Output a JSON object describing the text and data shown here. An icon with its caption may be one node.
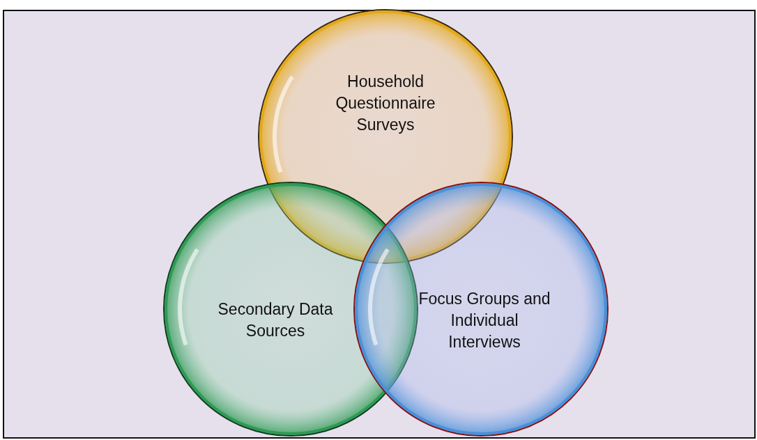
{
  "diagram": {
    "nodes": [
      {
        "text": [
          "Household Questionnaire Surveys"
        ]
      },
      {
        "text": [
          "Secondary Data Sources"
        ]
      },
      {
        "text": [
          "Focus Groups and Individual Interviews"
        ]
      }
    ]
  }
}
